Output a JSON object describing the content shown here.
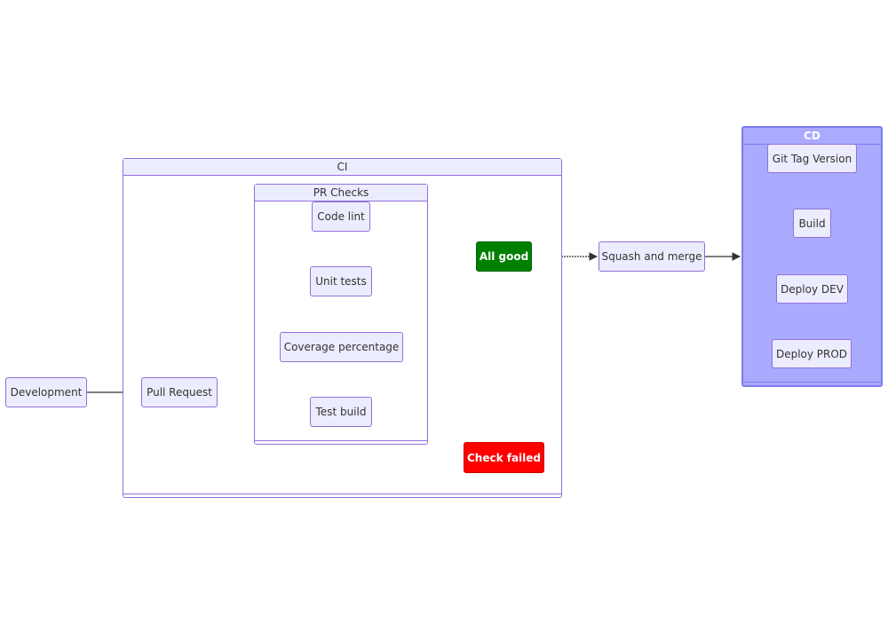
{
  "clusters": {
    "ci": "CI",
    "pr_checks": "PR Checks",
    "cd": "CD"
  },
  "nodes": {
    "development": "Development",
    "pull_request": "Pull Request",
    "code_lint": "Code lint",
    "unit_tests": "Unit tests",
    "coverage": "Coverage percentage",
    "test_build": "Test build",
    "all_good": "All good",
    "check_failed": "Check failed",
    "squash_merge": "Squash and merge",
    "git_tag": "Git Tag Version",
    "build": "Build",
    "deploy_dev": "Deploy DEV",
    "deploy_prod": "Deploy PROD"
  },
  "colors": {
    "node_fill": "#ececff",
    "node_border": "#9370db",
    "success": "#008000",
    "failure": "#ff0000",
    "cd_fill": "#aaaaff",
    "edge": "#333333"
  }
}
